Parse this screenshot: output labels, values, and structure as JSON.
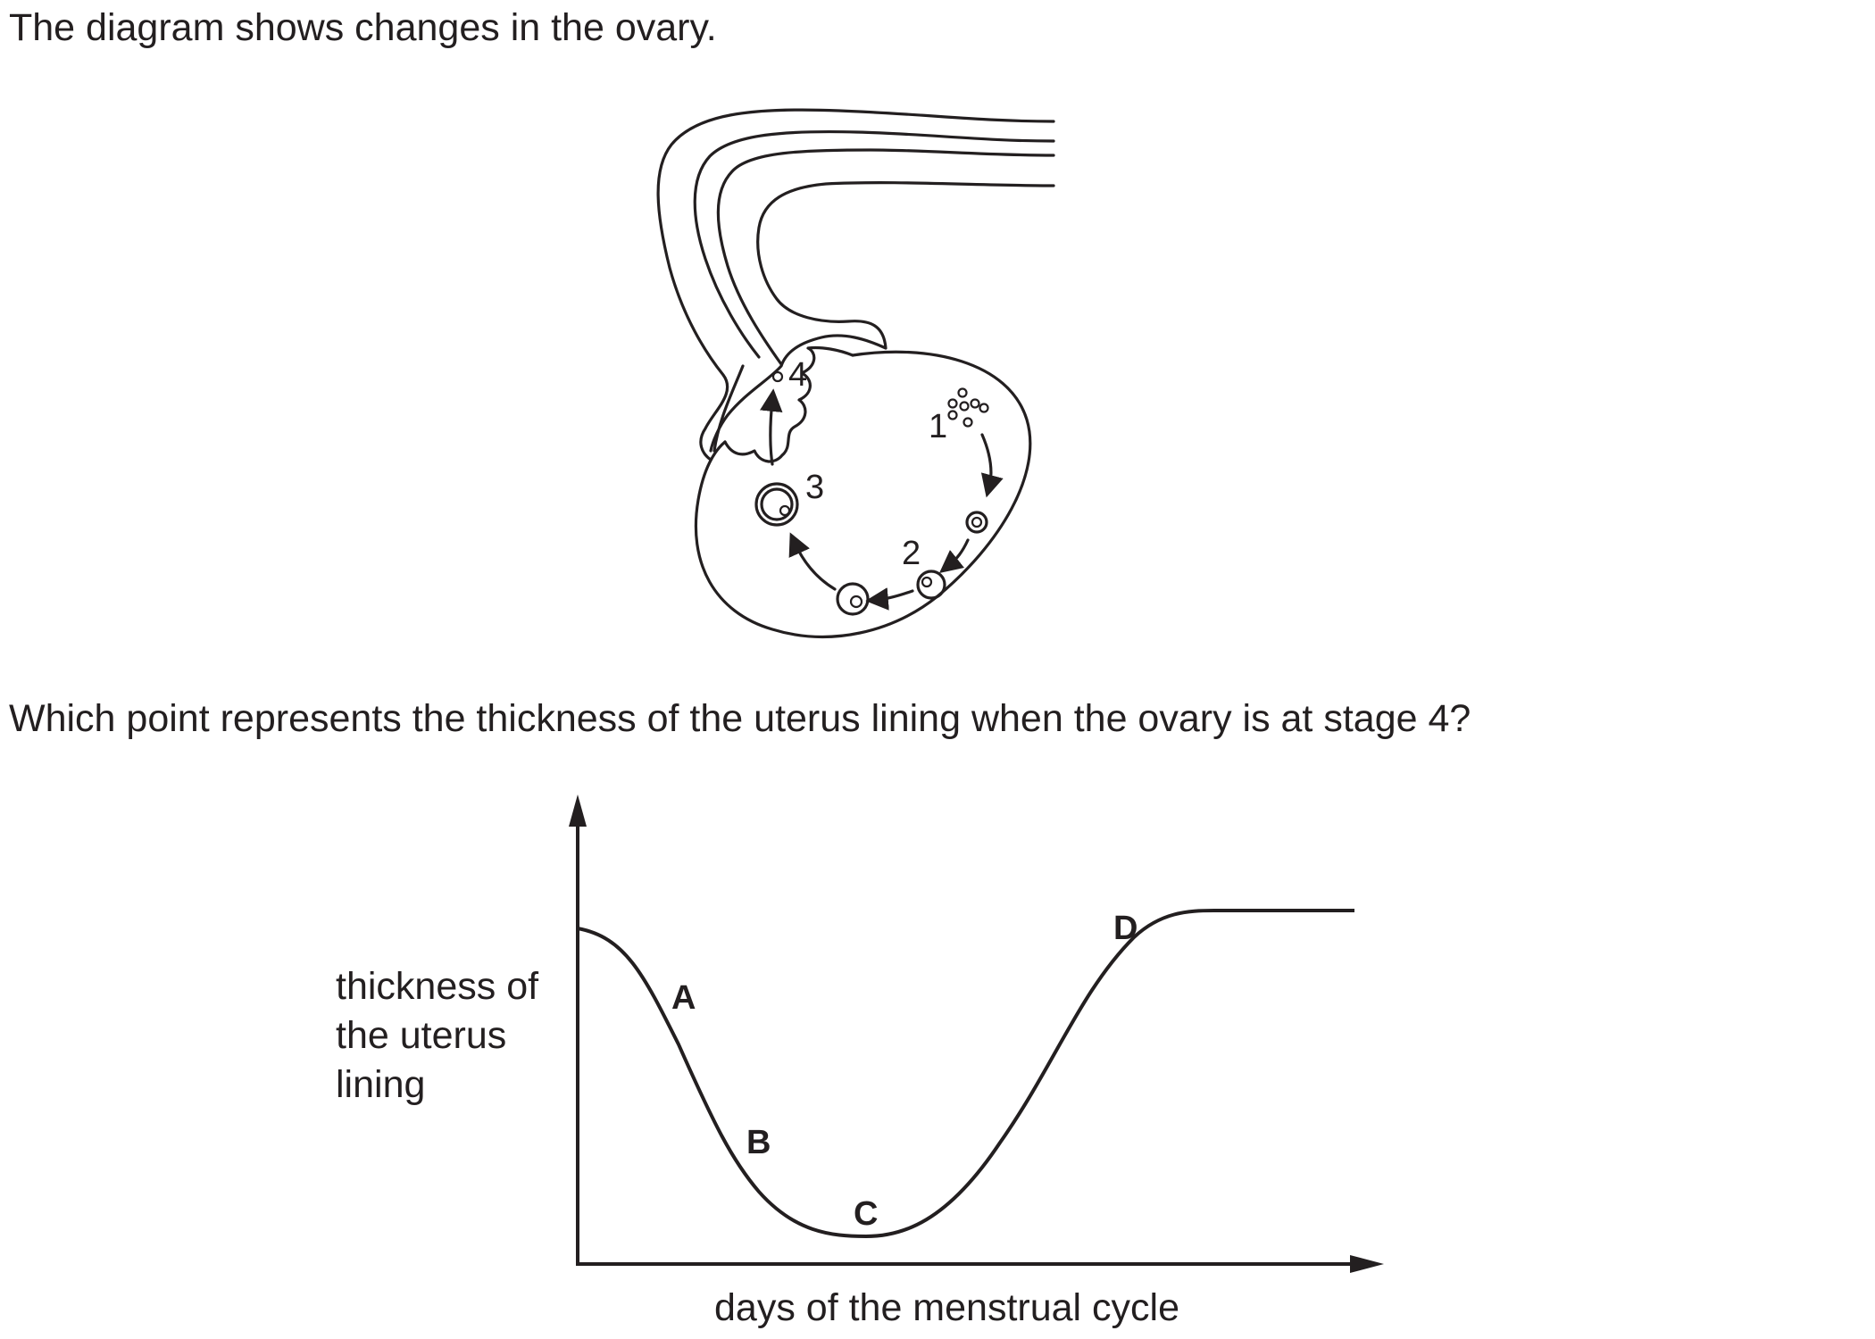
{
  "intro_text": "The diagram shows changes in the ovary.",
  "question_text": "Which point represents the thickness of the uterus lining when the ovary is at stage 4?",
  "ovary_diagram": {
    "stage_labels": [
      "1",
      "2",
      "3",
      "4"
    ]
  },
  "graph": {
    "y_axis_label_lines": [
      "thickness of",
      "the uterus",
      "lining"
    ],
    "x_axis_label": "days of the menstrual cycle",
    "point_labels": [
      "A",
      "B",
      "C",
      "D"
    ]
  },
  "colors": {
    "ink": "#231f20",
    "background": "#ffffff"
  }
}
